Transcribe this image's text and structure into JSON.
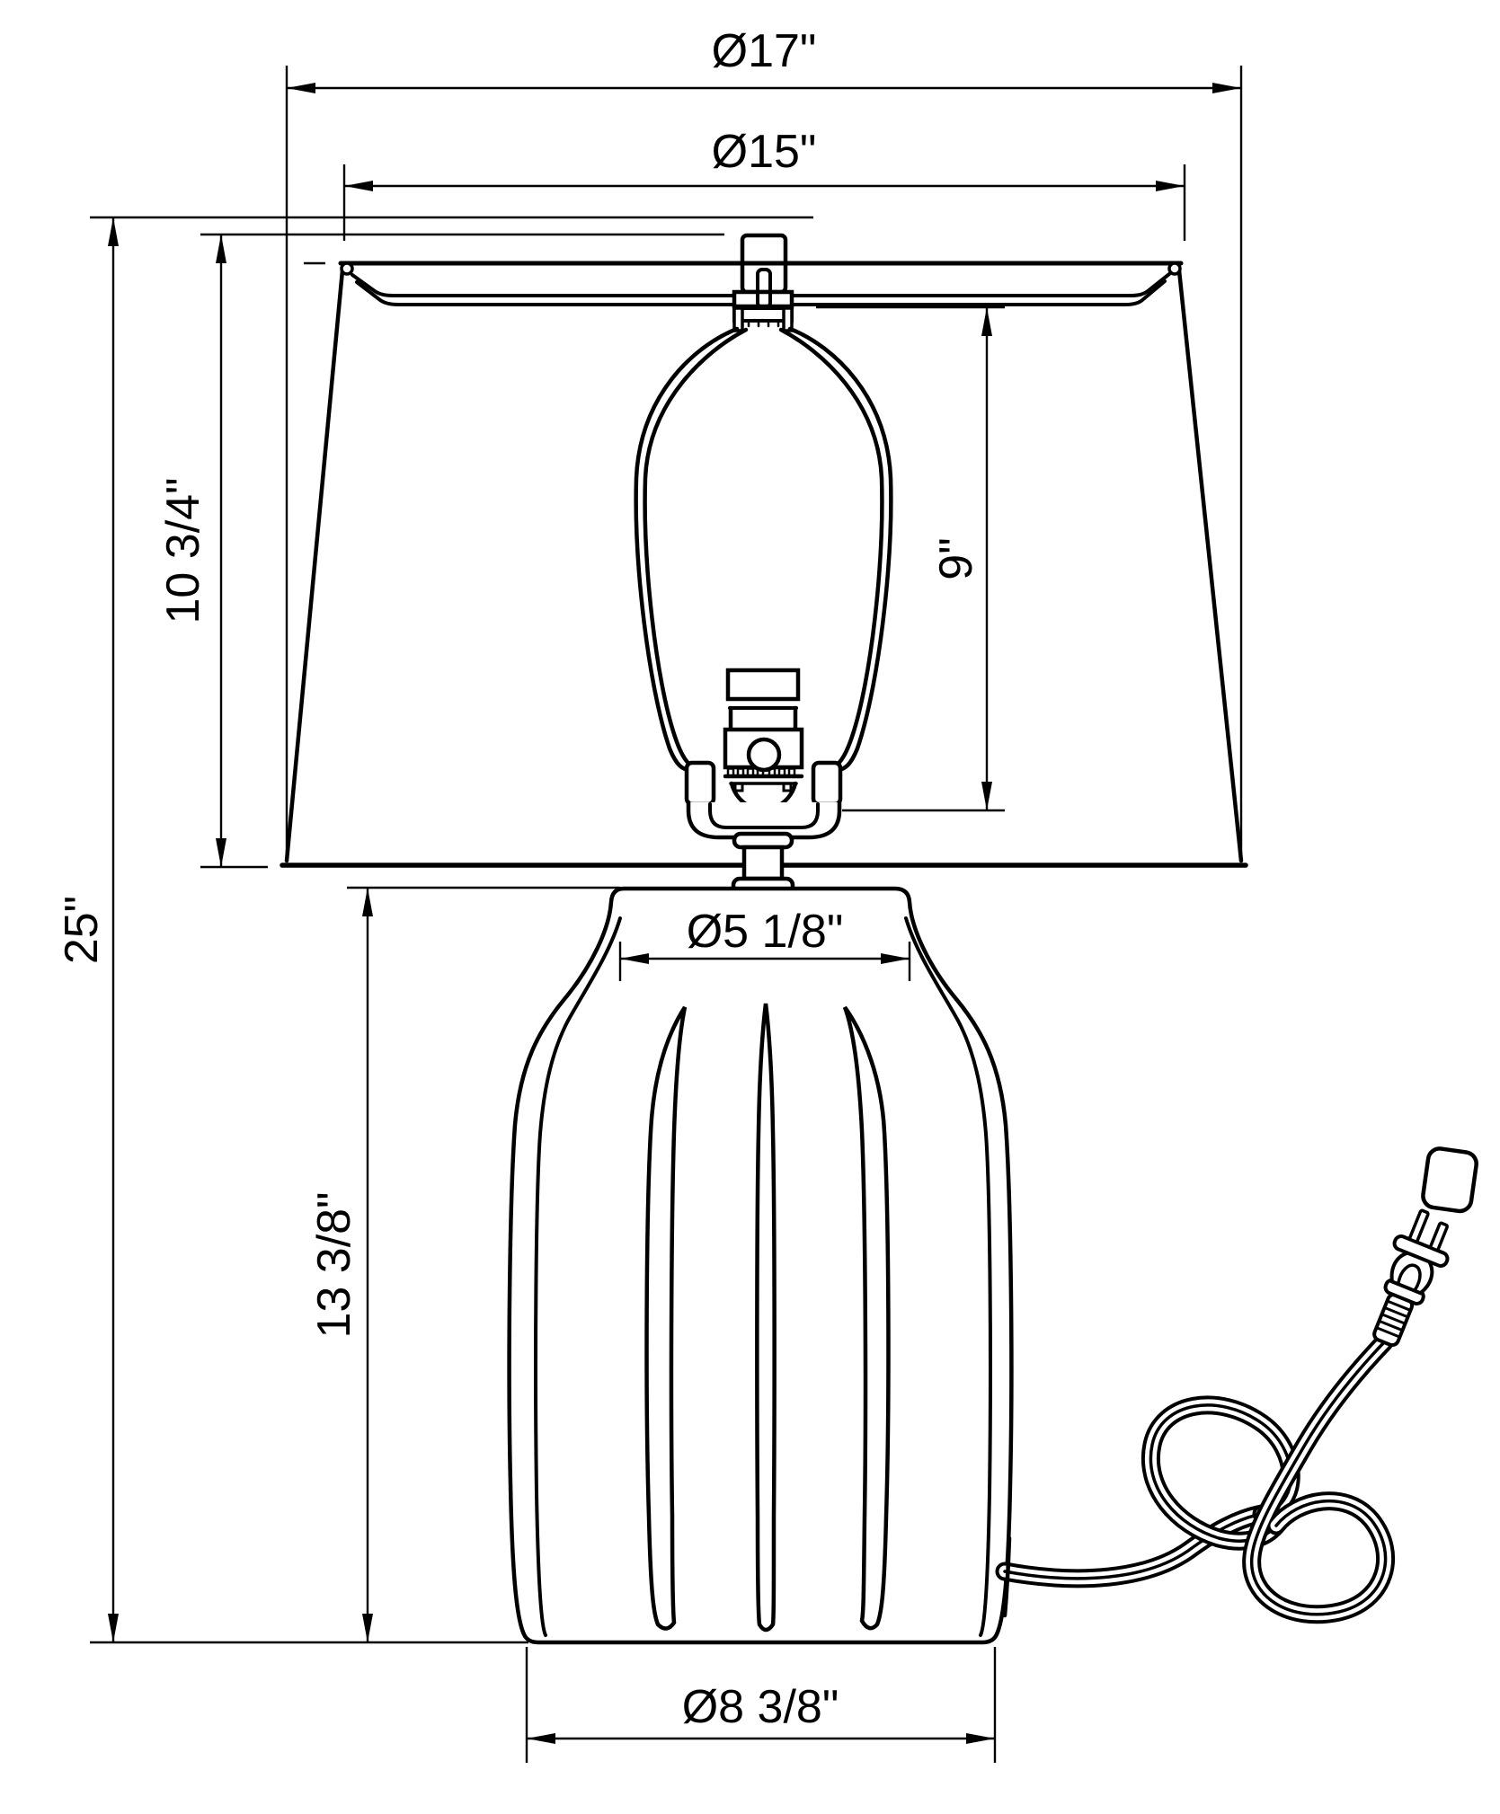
{
  "drawing": {
    "background": "#ffffff",
    "line_color": "#000000",
    "dimensions": {
      "shade_bottom_diameter": "Ø17\"",
      "shade_top_diameter": "Ø15\"",
      "shade_height": "10 3/4\"",
      "harp_height": "9\"",
      "overall_height": "25\"",
      "body_height": "13 3/8\"",
      "body_top_diameter": "Ø5 1/8\"",
      "body_bottom_diameter": "Ø8 3/8\""
    }
  }
}
